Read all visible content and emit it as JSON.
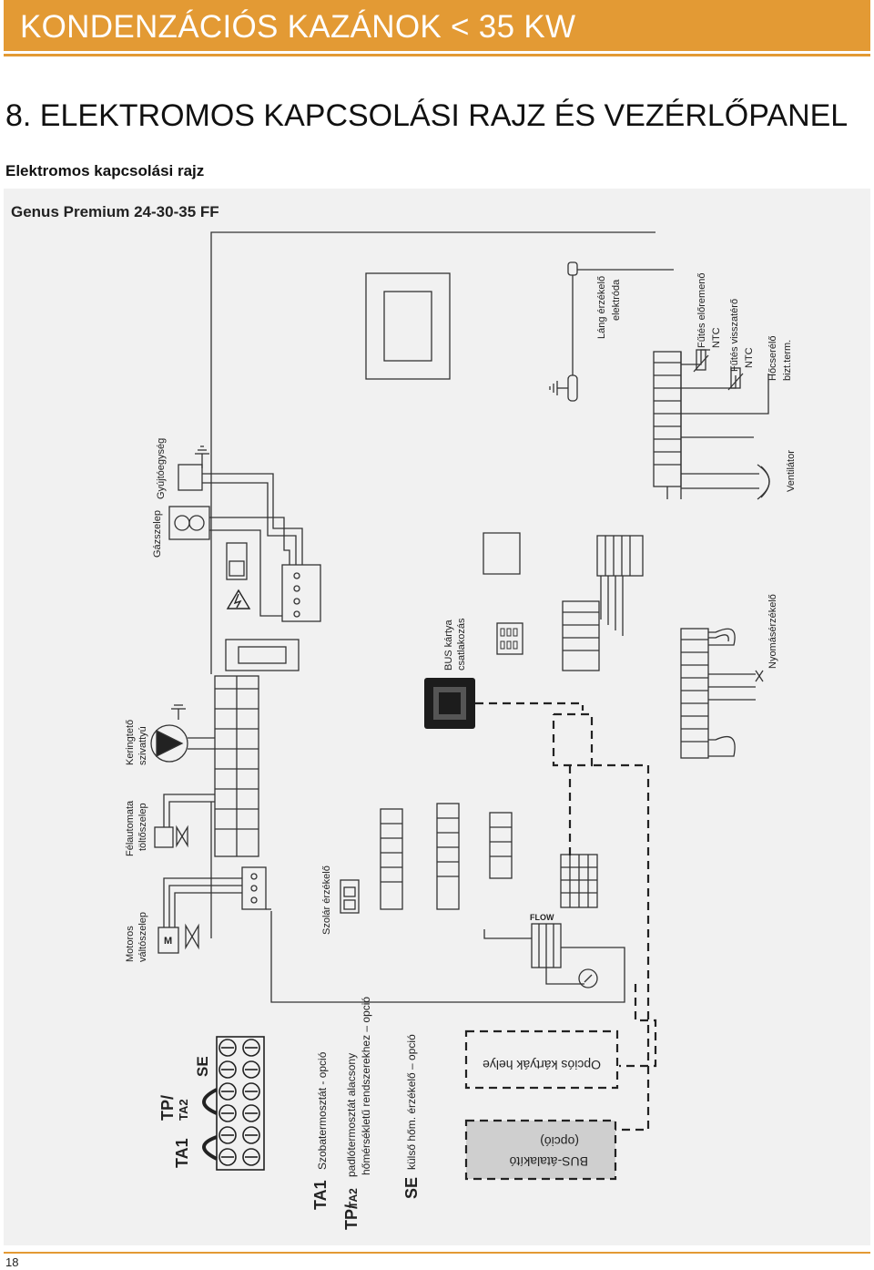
{
  "header": {
    "banner": "KONDENZÁCIÓS KAZÁNOK < 35 KW",
    "section": "8. ELEKTROMOS KAPCSOLÁSI RAJZ  ÉS  VEZÉRLŐPANEL",
    "subsection": "Elektromos kapcsolási rajz"
  },
  "diagram": {
    "model": "Genus Premium 24-30-35 FF",
    "labels": {
      "lang_erzekelo": "Láng érzékelő",
      "elektroda": "elektróda",
      "futes_eloremeno": "Fűtés előremenő",
      "ntc_1": "NTC",
      "futes_visszatero": "Fűtés visszatérő",
      "ntc_2": "NTC",
      "hocserelo": "Hőcserélő",
      "bizt_term": "bizt.term.",
      "ventilator": "Ventilátor",
      "nyomaserzekelo": "Nyomásérzékelő",
      "gyujtoegyseg": "Gyújtóegység",
      "gazszelep": "Gázszelep",
      "bus_kartya": "BUS kártya",
      "csatlakozas": "csatlakozás",
      "keringeto": "Keringtető",
      "szivattyu": "szivattyú",
      "felautomata": "Félautomata",
      "toltoszelep": "töltőszelep",
      "motoros": "Motoros",
      "valtoszelep": "váltószelep",
      "szolar_erzekelo": "Szolár érzékelő",
      "flow": "FLOW",
      "motor_m": "M",
      "term_ta1": "TA1",
      "term_tp": "TP/",
      "term_ta2": "TA2",
      "term_se": "SE",
      "opcios_kartyak": "Opciós kártyák helye",
      "bus_atalakito": "BUS-átalakító",
      "opcio": "(opció)"
    },
    "legend": [
      {
        "code": "TA1",
        "text": "Szobatermosztát - opció"
      },
      {
        "code": "TP/",
        "code2": "TA2",
        "text": "padlótermosztát alacsony",
        "text2": "hőmérsékletű rendszerekhez – opció"
      },
      {
        "code": "SE",
        "text": "külső hőm. érzékelő – opció"
      }
    ]
  },
  "page_number": "18",
  "colors": {
    "accent": "#e39a34",
    "panel": "#f1f1f1",
    "line": "#222222",
    "option_fill": "#cfcfcf"
  }
}
